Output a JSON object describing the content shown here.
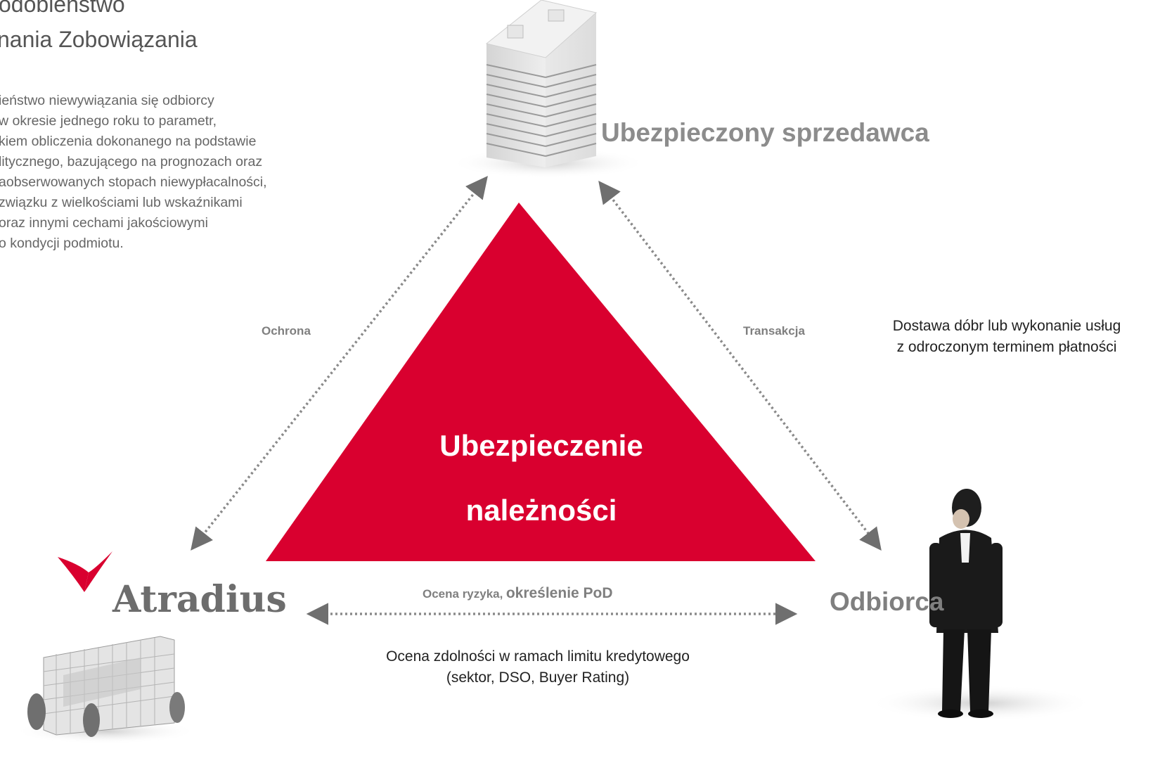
{
  "colors": {
    "accent": "#d9002f",
    "gray_text": "#7f7f7f",
    "dotted_line": "#8a8a8a"
  },
  "title": {
    "line1": "odobieństwo",
    "line2": "nania Zobowiązania"
  },
  "description": [
    "ieństwo niewywiązania się odbiorcy",
    " w okresie jednego roku to parametr,",
    "kiem obliczenia dokonanego na podstawie",
    "litycznego, bazującego na prognozach oraz",
    "aobserwowanych stopach niewypłacalności,",
    "związku z wielkościami lub wskaźnikami",
    "oraz innymi cechami jakościowymi",
    " o kondycji podmiotu."
  ],
  "seller": {
    "label": "Ubezpieczony sprzedawca",
    "icon": "office-building"
  },
  "buyer": {
    "label": "Odbiorca",
    "icon": "businessman-figure"
  },
  "insurer": {
    "logo_text": "Atradius",
    "icon": "atradius-logo"
  },
  "triangle": {
    "line1": "Ubezpieczenie",
    "line2": "należności"
  },
  "edges": {
    "protection": "Ochrona",
    "transaction": "Transakcja",
    "risk_prefix": "Ocena ryzyka,",
    "risk_suffix": "określenie PoD"
  },
  "transaction_note": {
    "line1": "Dostawa dóbr lub wykonanie usług",
    "line2": "z odroczonym terminem płatności"
  },
  "risk_note": {
    "line1": "Ocena zdolności w ramach limitu kredytowego",
    "line2": "(sektor, DSO, Buyer Rating)"
  }
}
